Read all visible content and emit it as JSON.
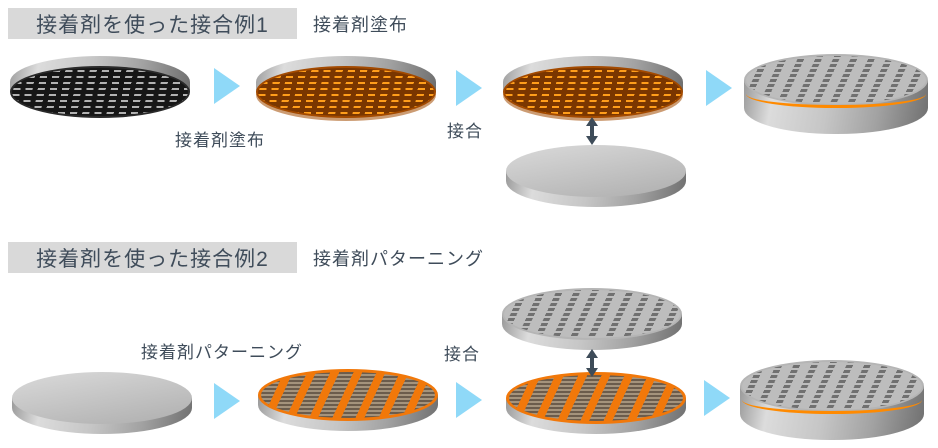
{
  "colors": {
    "text": "#3F4C5A",
    "title_background": "#D9D9D9",
    "flow_arrow_blue": "#8FD9F8",
    "bond_arrow_dark": "#3E4C59",
    "adhesive_orange": "#F1780A",
    "bond_seam_orange": "#FF8A00"
  },
  "icons": {
    "flow_arrow_icon": "▶",
    "bond_arrow_icon": "↕"
  },
  "example1": {
    "title": "接着剤を使った接合例1",
    "process_label": "接着剤塗布",
    "step_coating_label": "接着剤塗布",
    "step_bonding_label": "接合"
  },
  "example2": {
    "title": "接着剤を使った接合例2",
    "process_label": "接着剤パターニング",
    "step_patterning_label": "接着剤パターニング",
    "step_bonding_label": "接合"
  }
}
